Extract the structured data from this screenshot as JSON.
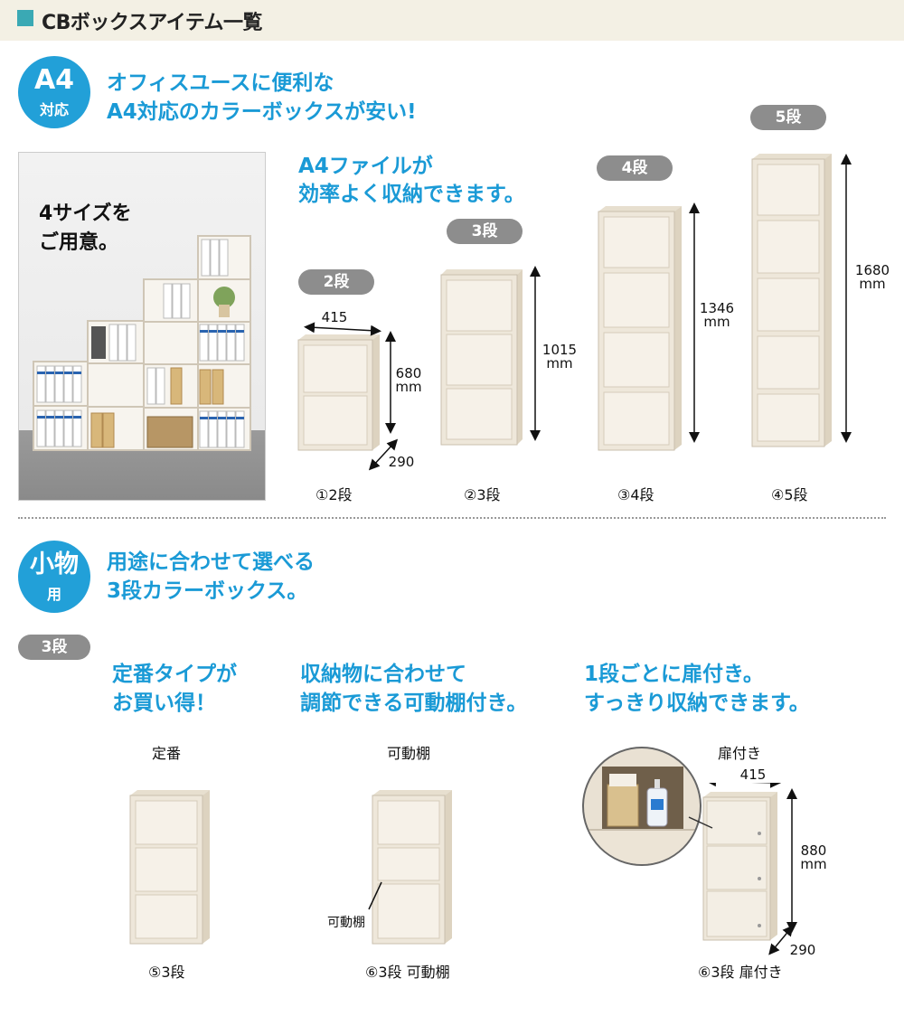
{
  "header": {
    "title": "CBボックスアイテム一覧"
  },
  "section_a4": {
    "badge_big": "A4",
    "badge_small": "対応",
    "headline_1": "オフィスユースに便利な",
    "headline_2": "A4対応のカラーボックスが安い!",
    "photo_label_1": "4サイズを",
    "photo_label_2": "ご用意。",
    "sub_1": "A4ファイルが",
    "sub_2": "効率よく収納できます。",
    "items": [
      {
        "pill": "2段",
        "caption": "①2段",
        "height": "680",
        "unit": "mm",
        "width": "415",
        "depth": "290"
      },
      {
        "pill": "3段",
        "caption": "②3段",
        "height": "1015",
        "unit": "mm"
      },
      {
        "pill": "4段",
        "caption": "③4段",
        "height": "1346",
        "unit": "mm"
      },
      {
        "pill": "5段",
        "caption": "④5段",
        "height": "1680",
        "unit": "mm"
      }
    ]
  },
  "section_small": {
    "badge_big": "小物",
    "badge_small": "用",
    "headline_1": "用途に合わせて選べる",
    "headline_2": "3段カラーボックス。",
    "pill": "3段",
    "columns": [
      {
        "blue_1": "定番タイプが",
        "blue_2": "お買い得！",
        "label": "定番",
        "caption": "⑤3段"
      },
      {
        "blue_1": "収納物に合わせて",
        "blue_2": "調節できる可動棚付き。",
        "label": "可動棚",
        "caption": "⑥3段 可動棚",
        "annotation": "可動棚"
      },
      {
        "blue_1": "1段ごとに扉付き。",
        "blue_2": "すっきり収納できます。",
        "label": "扉付き",
        "caption": "⑥3段 扉付き",
        "height": "880",
        "unit": "mm",
        "width": "415",
        "depth": "290"
      }
    ]
  },
  "colors": {
    "accent": "#1a9ad6",
    "badge": "#22a0d8",
    "pill": "#8d8d8d",
    "header_band": "#f3f0e4",
    "header_square": "#3aa9b4",
    "wood": "#ece4d6"
  }
}
